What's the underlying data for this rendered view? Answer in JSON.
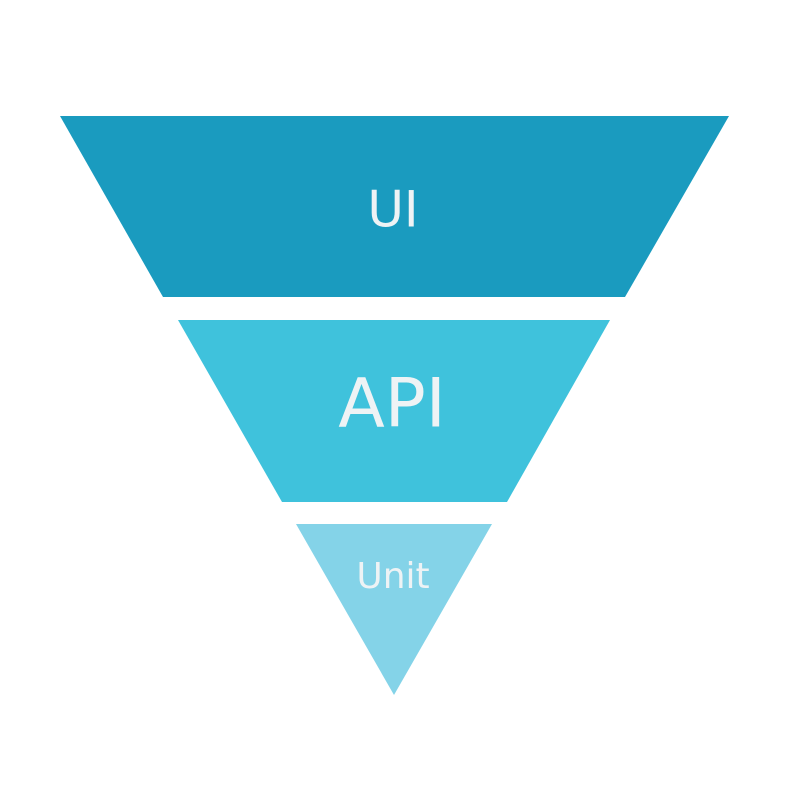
{
  "layers": [
    {
      "label": "UI",
      "color": "#1a9bbf"
    },
    {
      "label": "API",
      "color": "#3fc2dc"
    },
    {
      "label": "Unit",
      "color": "#84d3e8"
    }
  ]
}
